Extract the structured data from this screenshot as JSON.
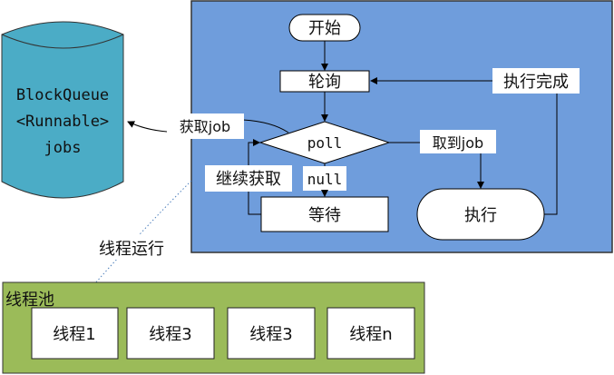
{
  "colors": {
    "queue_fill": "#4bacc6",
    "flow_panel_fill": "#6f9ddc",
    "pool_fill": "#9bbb59",
    "node_fill": "#ffffff",
    "stroke": "#000000",
    "dotted": "#4f81bd"
  },
  "queue": {
    "line1": "BlockQueue",
    "line2": "<Runnable>",
    "line3": "jobs"
  },
  "edges": {
    "fetch_job": "获取job",
    "got_job": "取到job",
    "exec_done": "执行完成",
    "continue_fetch": "继续获取",
    "null": "null",
    "thread_run": "线程运行"
  },
  "flow": {
    "start": "开始",
    "poll_step": "轮询",
    "decision": "poll",
    "wait": "等待",
    "execute": "执行"
  },
  "pool": {
    "title": "线程池",
    "threads": [
      "线程1",
      "线程3",
      "线程3",
      "线程n"
    ]
  }
}
